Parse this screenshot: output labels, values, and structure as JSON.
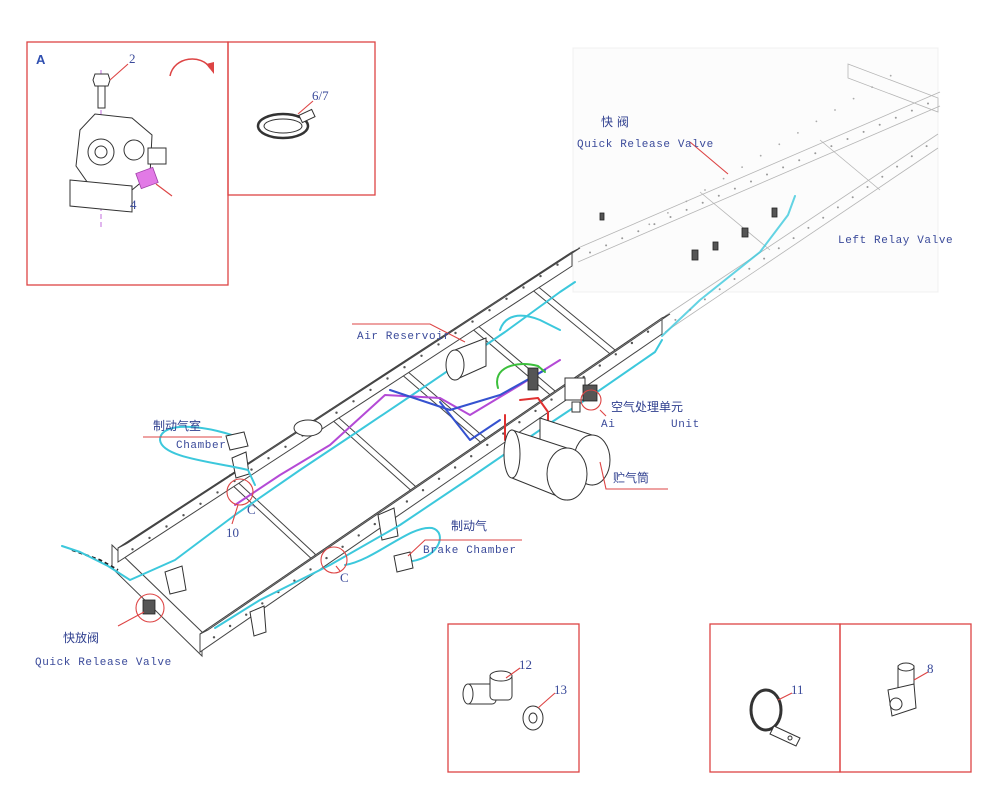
{
  "diagram": {
    "inset_a": {
      "label": "A",
      "bolt_callout": "2",
      "fitting_callout": "4",
      "clamp_callout": "6/7"
    },
    "labels": {
      "quick_release_valve_top_cn": "快 阀",
      "quick_release_valve_top_en": "Quick Release Valve",
      "left_relay_valve": "Left Relay Valve",
      "air_reservoir_small": "Air Reservoir",
      "air_processing_unit_cn": "空气处理单元",
      "air_processing_unit_en_a": "Ai",
      "air_processing_unit_en_b": "Unit",
      "reservoir_cn": "贮气筒",
      "brake_chamber_left_cn": "制动气室",
      "brake_chamber_left_en": "Chamber",
      "brake_chamber_right_cn": "制动气",
      "brake_chamber_right_en": "Brake Chamber",
      "quick_release_valve_bottom_cn": "快放阀",
      "quick_release_valve_bottom_en": "Quick Release Valve"
    },
    "callouts": {
      "item_10": "10",
      "detail_c_left": "C",
      "detail_c_right": "C"
    },
    "detail_parts": {
      "elbow_fitting": "12",
      "washer": "13",
      "pipe_clamp": "11",
      "banjo_fitting": "8"
    }
  },
  "colors": {
    "frame_red": "#dd4444",
    "label_blue": "#3a4a9a",
    "pipe_cyan": "#3cc8dc",
    "pipe_purple": "#b44ad6",
    "pipe_blue": "#3552d0",
    "pipe_green": "#3cbf3c",
    "pipe_red": "#e03030",
    "fitting_magenta": "#e27ae6"
  }
}
